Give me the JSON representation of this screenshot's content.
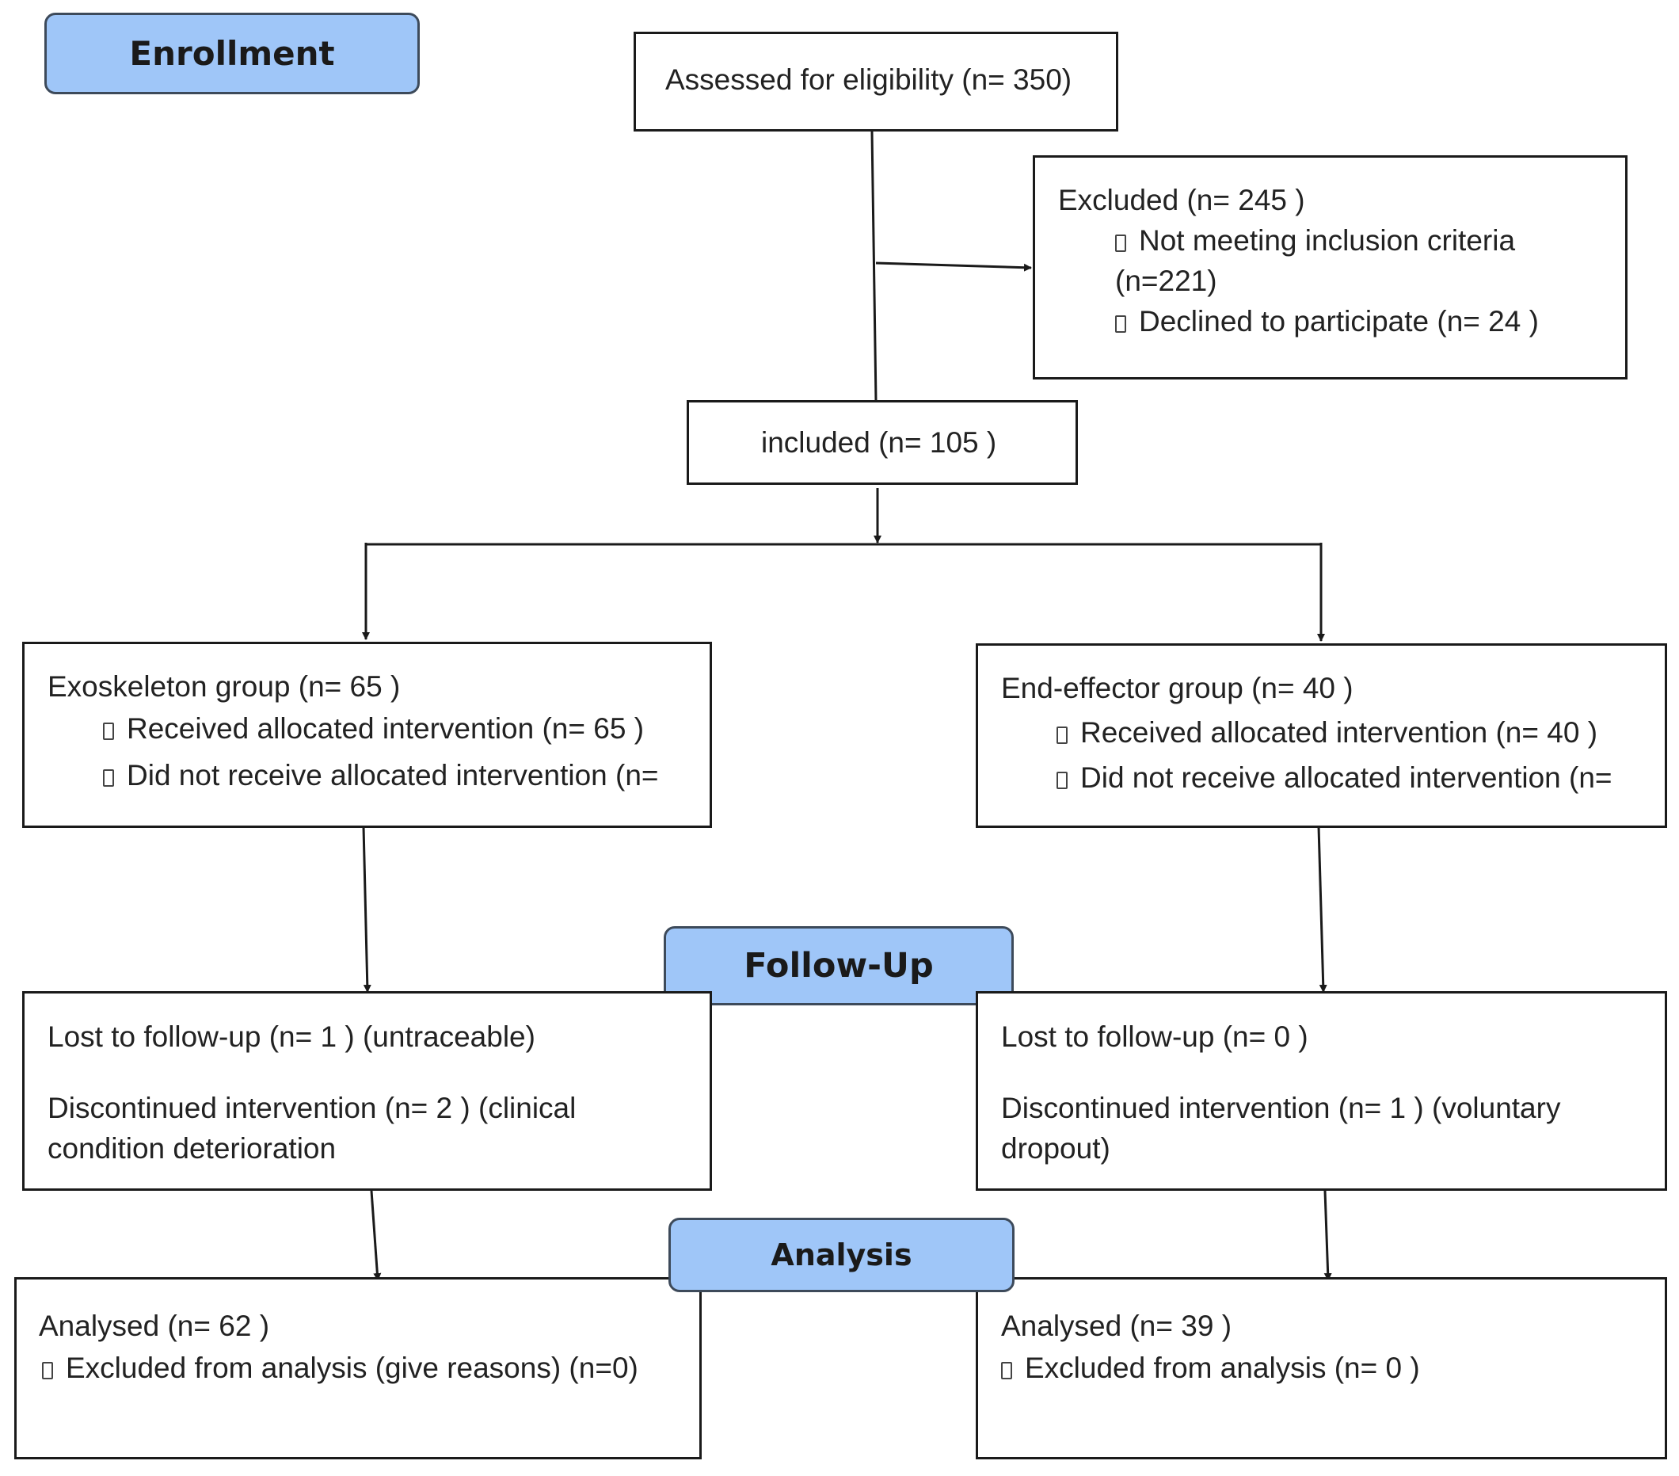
{
  "stages": {
    "enrollment": "Enrollment",
    "follow_up": "Follow-Up",
    "analysis": "Analysis"
  },
  "assessed": {
    "text": "Assessed for eligibility (n= 350)"
  },
  "excluded": {
    "title": "Excluded (n= 245  )",
    "item1_line1": "Not meeting inclusion criteria",
    "item1_line2": "(n=221)",
    "item2": "Declined to participate (n= 24 )"
  },
  "included": {
    "text": "included (n= 105 )"
  },
  "exo_group": {
    "title": "Exoskeleton group (n= 65 )",
    "item1": "Received allocated intervention (n= 65 )",
    "item2": "Did not receive allocated intervention (n="
  },
  "end_group": {
    "title": "End-effector group (n= 40 )",
    "item1": "Received allocated intervention (n= 40 )",
    "item2": "Did not receive allocated intervention (n="
  },
  "exo_followup": {
    "lost": "Lost to follow-up  (n= 1 ) (untraceable)",
    "disc_line1": "Discontinued intervention (n= 2 ) (clinical",
    "disc_line2": "condition deterioration"
  },
  "end_followup": {
    "lost": "Lost to follow-up  (n= 0 )",
    "disc_line1": "Discontinued intervention (n= 1 ) (voluntary",
    "disc_line2": "dropout)"
  },
  "exo_analysis": {
    "title": "Analysed  (n= 62 )",
    "item1": "Excluded from analysis (give reasons) (n=0)"
  },
  "end_analysis": {
    "title": "Analysed  (n= 39 )",
    "item1": "Excluded from analysis (n= 0 )"
  }
}
